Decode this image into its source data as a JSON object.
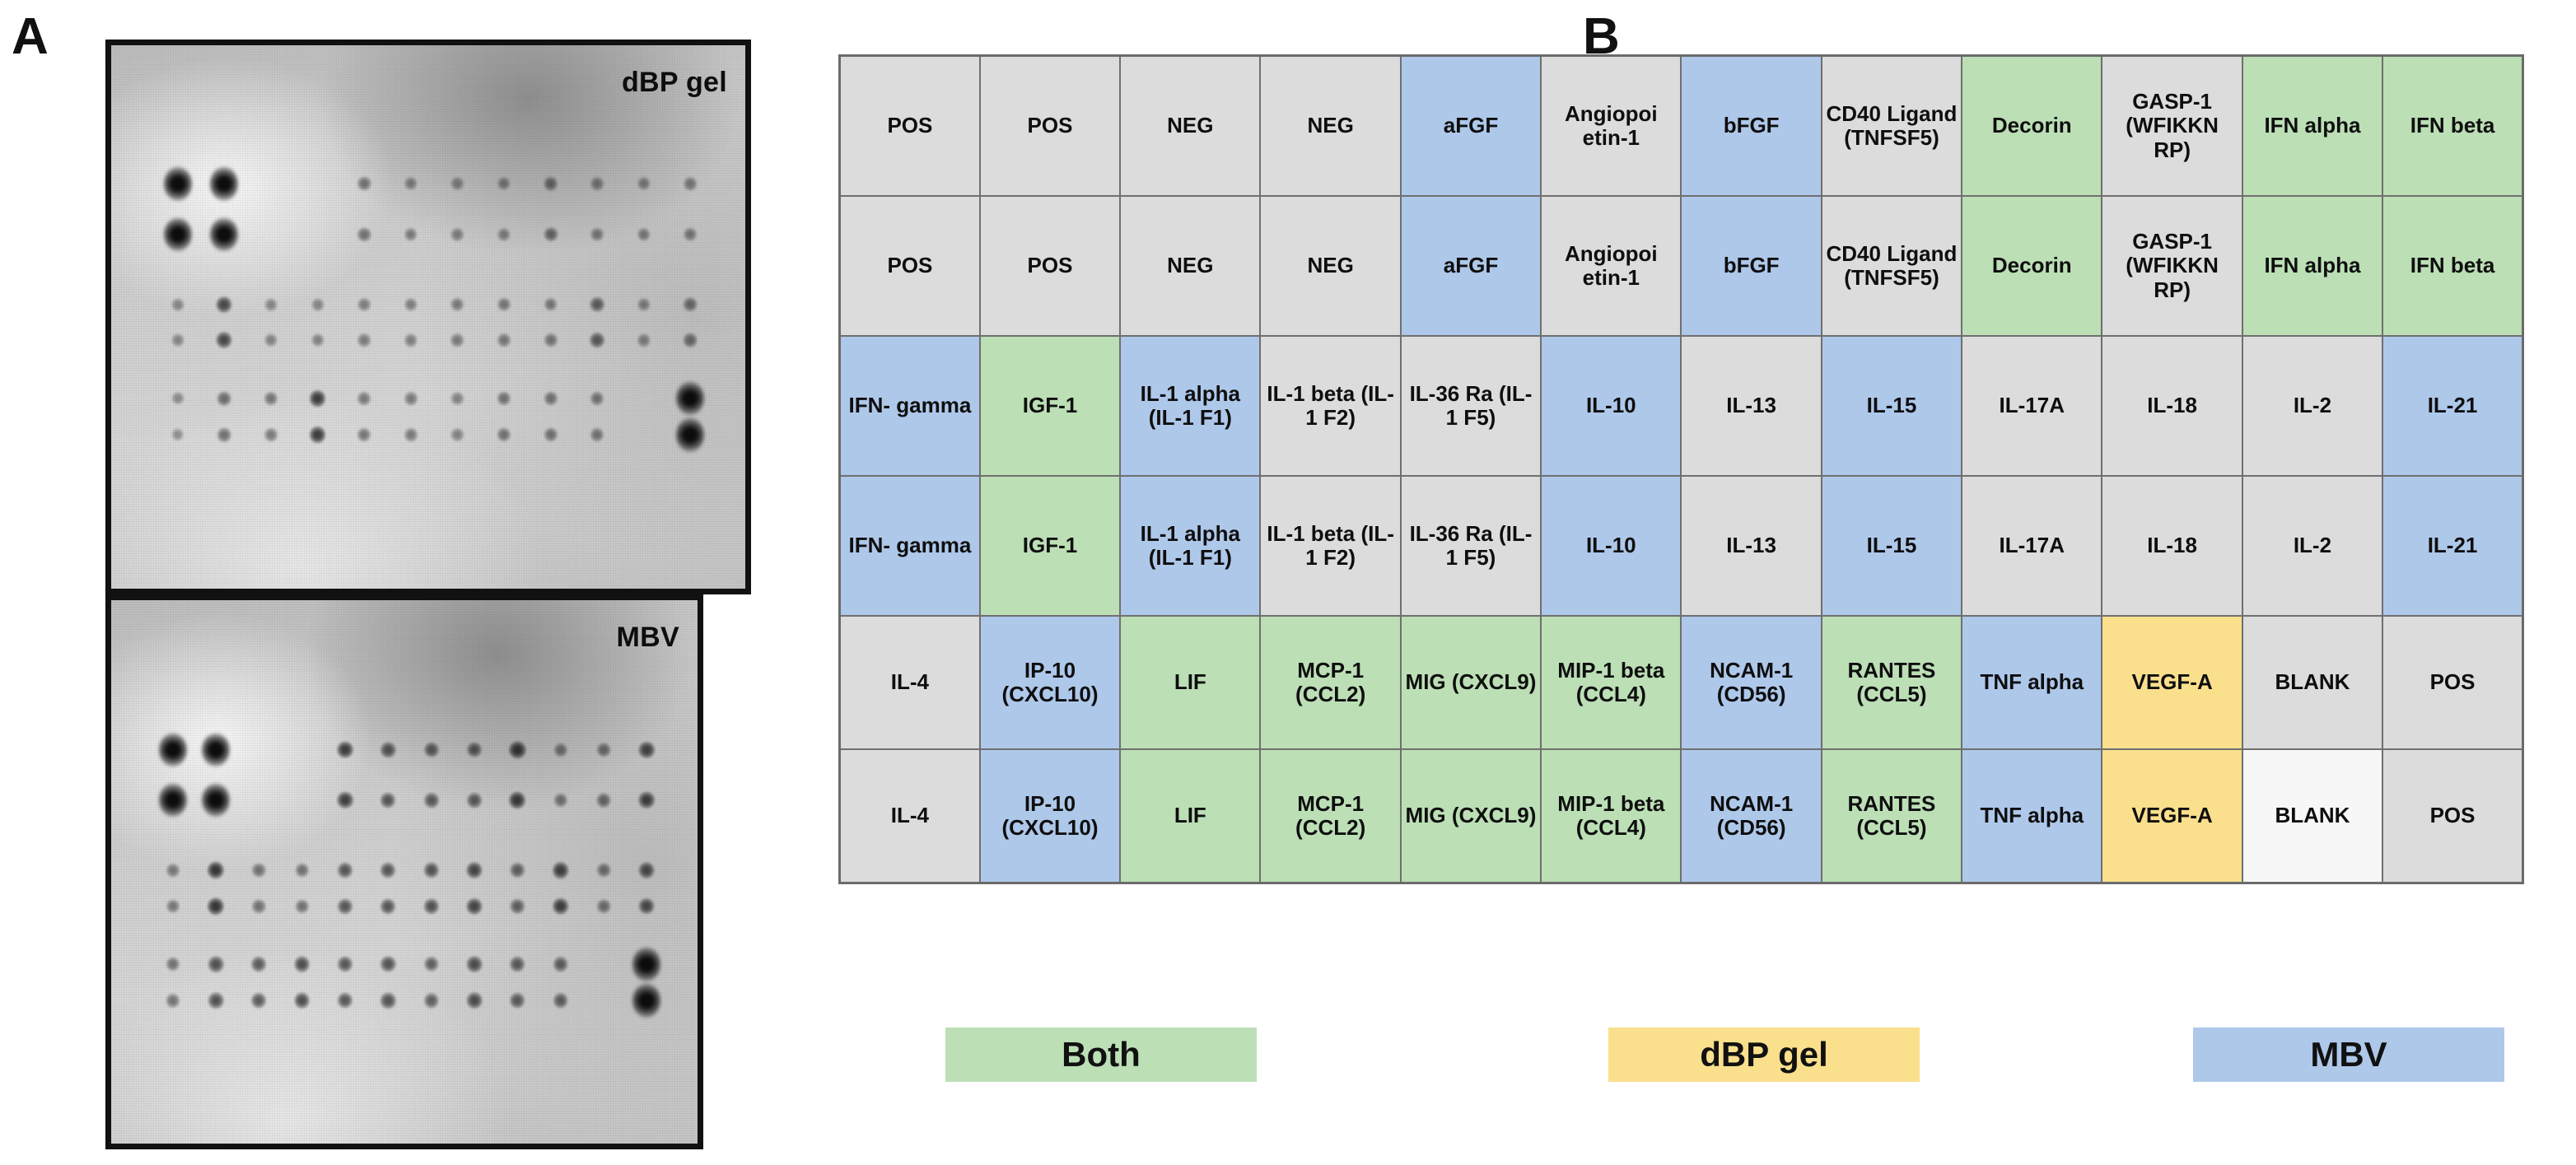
{
  "figure": {
    "panel_a_label": "A",
    "panel_b_label": "B"
  },
  "blots": [
    {
      "name": "dbp-gel-blot",
      "caption": "dBP gel"
    },
    {
      "name": "mbv-blot",
      "caption": "MBV"
    }
  ],
  "legend": {
    "items": [
      {
        "key": "both",
        "label": "Both",
        "color": "#bcdfb6"
      },
      {
        "key": "dbp_gel",
        "label": "dBP gel",
        "color": "#fadf8d"
      },
      {
        "key": "mbv",
        "label": "MBV",
        "color": "#aec8ea"
      }
    ]
  },
  "colors": {
    "gray": "#dcdcdc",
    "blue": "#aec8ea",
    "green": "#bcdfb6",
    "yellow": "#fadf8d",
    "white": "#f7f7f7",
    "border": "#6f6f6f"
  },
  "array_map": {
    "columns": 12,
    "rows": 6,
    "grid": [
      [
        {
          "label": "POS",
          "color": "gray"
        },
        {
          "label": "POS",
          "color": "gray"
        },
        {
          "label": "NEG",
          "color": "gray"
        },
        {
          "label": "NEG",
          "color": "gray"
        },
        {
          "label": "aFGF",
          "color": "blue"
        },
        {
          "label": "Angiopoi etin-1",
          "color": "gray"
        },
        {
          "label": "bFGF",
          "color": "blue"
        },
        {
          "label": "CD40 Ligand (TNFSF5)",
          "color": "gray"
        },
        {
          "label": "Decorin",
          "color": "green"
        },
        {
          "label": "GASP-1 (WFIKKN RP)",
          "color": "gray"
        },
        {
          "label": "IFN alpha",
          "color": "green"
        },
        {
          "label": "IFN beta",
          "color": "green"
        }
      ],
      [
        {
          "label": "POS",
          "color": "gray"
        },
        {
          "label": "POS",
          "color": "gray"
        },
        {
          "label": "NEG",
          "color": "gray"
        },
        {
          "label": "NEG",
          "color": "gray"
        },
        {
          "label": "aFGF",
          "color": "blue"
        },
        {
          "label": "Angiopoi etin-1",
          "color": "gray"
        },
        {
          "label": "bFGF",
          "color": "blue"
        },
        {
          "label": "CD40 Ligand (TNFSF5)",
          "color": "gray"
        },
        {
          "label": "Decorin",
          "color": "green"
        },
        {
          "label": "GASP-1 (WFIKKN RP)",
          "color": "gray"
        },
        {
          "label": "IFN alpha",
          "color": "green"
        },
        {
          "label": "IFN beta",
          "color": "green"
        }
      ],
      [
        {
          "label": "IFN- gamma",
          "color": "blue"
        },
        {
          "label": "IGF-1",
          "color": "green"
        },
        {
          "label": "IL-1 alpha (IL-1 F1)",
          "color": "blue"
        },
        {
          "label": "IL-1 beta (IL-1 F2)",
          "color": "gray"
        },
        {
          "label": "IL-36 Ra (IL-1 F5)",
          "color": "gray"
        },
        {
          "label": "IL-10",
          "color": "blue"
        },
        {
          "label": "IL-13",
          "color": "gray"
        },
        {
          "label": "IL-15",
          "color": "blue"
        },
        {
          "label": "IL-17A",
          "color": "gray"
        },
        {
          "label": "IL-18",
          "color": "gray"
        },
        {
          "label": "IL-2",
          "color": "gray"
        },
        {
          "label": "IL-21",
          "color": "blue"
        }
      ],
      [
        {
          "label": "IFN- gamma",
          "color": "blue"
        },
        {
          "label": "IGF-1",
          "color": "green"
        },
        {
          "label": "IL-1 alpha (IL-1 F1)",
          "color": "blue"
        },
        {
          "label": "IL-1 beta (IL-1 F2)",
          "color": "gray"
        },
        {
          "label": "IL-36 Ra (IL-1 F5)",
          "color": "gray"
        },
        {
          "label": "IL-10",
          "color": "blue"
        },
        {
          "label": "IL-13",
          "color": "gray"
        },
        {
          "label": "IL-15",
          "color": "blue"
        },
        {
          "label": "IL-17A",
          "color": "gray"
        },
        {
          "label": "IL-18",
          "color": "gray"
        },
        {
          "label": "IL-2",
          "color": "gray"
        },
        {
          "label": "IL-21",
          "color": "blue"
        }
      ],
      [
        {
          "label": "IL-4",
          "color": "gray"
        },
        {
          "label": "IP-10 (CXCL10)",
          "color": "blue"
        },
        {
          "label": "LIF",
          "color": "green"
        },
        {
          "label": "MCP-1 (CCL2)",
          "color": "green"
        },
        {
          "label": "MIG (CXCL9)",
          "color": "green"
        },
        {
          "label": "MIP-1 beta (CCL4)",
          "color": "green"
        },
        {
          "label": "NCAM-1 (CD56)",
          "color": "blue"
        },
        {
          "label": "RANTES (CCL5)",
          "color": "green"
        },
        {
          "label": "TNF alpha",
          "color": "blue"
        },
        {
          "label": "VEGF-A",
          "color": "yellow"
        },
        {
          "label": "BLANK",
          "color": "gray"
        },
        {
          "label": "POS",
          "color": "gray"
        }
      ],
      [
        {
          "label": "IL-4",
          "color": "gray"
        },
        {
          "label": "IP-10 (CXCL10)",
          "color": "blue"
        },
        {
          "label": "LIF",
          "color": "green"
        },
        {
          "label": "MCP-1 (CCL2)",
          "color": "green"
        },
        {
          "label": "MIG (CXCL9)",
          "color": "green"
        },
        {
          "label": "MIP-1 beta (CCL4)",
          "color": "green"
        },
        {
          "label": "NCAM-1 (CD56)",
          "color": "blue"
        },
        {
          "label": "RANTES (CCL5)",
          "color": "green"
        },
        {
          "label": "TNF alpha",
          "color": "blue"
        },
        {
          "label": "VEGF-A",
          "color": "yellow"
        },
        {
          "label": "BLANK",
          "color": "white"
        },
        {
          "label": "POS",
          "color": "gray"
        }
      ]
    ]
  },
  "blot_spots": {
    "dbp_gel": [
      {
        "row": 0,
        "col": 0,
        "intensity": 1.0
      },
      {
        "row": 0,
        "col": 1,
        "intensity": 1.0
      },
      {
        "row": 0,
        "col": 2,
        "intensity": 0.0
      },
      {
        "row": 0,
        "col": 3,
        "intensity": 0.0
      },
      {
        "row": 0,
        "col": 4,
        "intensity": 0.3
      },
      {
        "row": 0,
        "col": 5,
        "intensity": 0.22
      },
      {
        "row": 0,
        "col": 6,
        "intensity": 0.2
      },
      {
        "row": 0,
        "col": 7,
        "intensity": 0.22
      },
      {
        "row": 0,
        "col": 8,
        "intensity": 0.34
      },
      {
        "row": 0,
        "col": 9,
        "intensity": 0.24
      },
      {
        "row": 0,
        "col": 10,
        "intensity": 0.22
      },
      {
        "row": 0,
        "col": 11,
        "intensity": 0.24
      },
      {
        "row": 1,
        "col": 0,
        "intensity": 1.0
      },
      {
        "row": 1,
        "col": 1,
        "intensity": 1.0
      },
      {
        "row": 1,
        "col": 2,
        "intensity": 0.0
      },
      {
        "row": 1,
        "col": 3,
        "intensity": 0.0
      },
      {
        "row": 1,
        "col": 4,
        "intensity": 0.3
      },
      {
        "row": 1,
        "col": 5,
        "intensity": 0.24
      },
      {
        "row": 1,
        "col": 6,
        "intensity": 0.22
      },
      {
        "row": 1,
        "col": 7,
        "intensity": 0.22
      },
      {
        "row": 1,
        "col": 8,
        "intensity": 0.36
      },
      {
        "row": 1,
        "col": 9,
        "intensity": 0.26
      },
      {
        "row": 1,
        "col": 10,
        "intensity": 0.24
      },
      {
        "row": 1,
        "col": 11,
        "intensity": 0.26
      },
      {
        "row": 2,
        "col": 0,
        "intensity": 0.18
      },
      {
        "row": 2,
        "col": 1,
        "intensity": 0.55
      },
      {
        "row": 2,
        "col": 2,
        "intensity": 0.18
      },
      {
        "row": 2,
        "col": 3,
        "intensity": 0.18
      },
      {
        "row": 2,
        "col": 4,
        "intensity": 0.22
      },
      {
        "row": 2,
        "col": 5,
        "intensity": 0.22
      },
      {
        "row": 2,
        "col": 6,
        "intensity": 0.24
      },
      {
        "row": 2,
        "col": 7,
        "intensity": 0.26
      },
      {
        "row": 2,
        "col": 8,
        "intensity": 0.26
      },
      {
        "row": 2,
        "col": 9,
        "intensity": 0.42
      },
      {
        "row": 2,
        "col": 10,
        "intensity": 0.22
      },
      {
        "row": 2,
        "col": 11,
        "intensity": 0.34
      },
      {
        "row": 3,
        "col": 0,
        "intensity": 0.18
      },
      {
        "row": 3,
        "col": 1,
        "intensity": 0.55
      },
      {
        "row": 3,
        "col": 2,
        "intensity": 0.2
      },
      {
        "row": 3,
        "col": 3,
        "intensity": 0.2
      },
      {
        "row": 3,
        "col": 4,
        "intensity": 0.24
      },
      {
        "row": 3,
        "col": 5,
        "intensity": 0.22
      },
      {
        "row": 3,
        "col": 6,
        "intensity": 0.24
      },
      {
        "row": 3,
        "col": 7,
        "intensity": 0.26
      },
      {
        "row": 3,
        "col": 8,
        "intensity": 0.28
      },
      {
        "row": 3,
        "col": 9,
        "intensity": 0.44
      },
      {
        "row": 3,
        "col": 10,
        "intensity": 0.22
      },
      {
        "row": 3,
        "col": 11,
        "intensity": 0.34
      },
      {
        "row": 4,
        "col": 0,
        "intensity": 0.16
      },
      {
        "row": 4,
        "col": 1,
        "intensity": 0.34
      },
      {
        "row": 4,
        "col": 2,
        "intensity": 0.28
      },
      {
        "row": 4,
        "col": 3,
        "intensity": 0.62
      },
      {
        "row": 4,
        "col": 4,
        "intensity": 0.26
      },
      {
        "row": 4,
        "col": 5,
        "intensity": 0.26
      },
      {
        "row": 4,
        "col": 6,
        "intensity": 0.2
      },
      {
        "row": 4,
        "col": 7,
        "intensity": 0.3
      },
      {
        "row": 4,
        "col": 8,
        "intensity": 0.3
      },
      {
        "row": 4,
        "col": 9,
        "intensity": 0.28
      },
      {
        "row": 4,
        "col": 10,
        "intensity": 0.0
      },
      {
        "row": 4,
        "col": 11,
        "intensity": 1.0
      },
      {
        "row": 5,
        "col": 0,
        "intensity": 0.14
      },
      {
        "row": 5,
        "col": 1,
        "intensity": 0.32
      },
      {
        "row": 5,
        "col": 2,
        "intensity": 0.26
      },
      {
        "row": 5,
        "col": 3,
        "intensity": 0.62
      },
      {
        "row": 5,
        "col": 4,
        "intensity": 0.28
      },
      {
        "row": 5,
        "col": 5,
        "intensity": 0.26
      },
      {
        "row": 5,
        "col": 6,
        "intensity": 0.2
      },
      {
        "row": 5,
        "col": 7,
        "intensity": 0.3
      },
      {
        "row": 5,
        "col": 8,
        "intensity": 0.3
      },
      {
        "row": 5,
        "col": 9,
        "intensity": 0.28
      },
      {
        "row": 5,
        "col": 10,
        "intensity": 0.0
      },
      {
        "row": 5,
        "col": 11,
        "intensity": 1.0
      }
    ],
    "mbv": [
      {
        "row": 0,
        "col": 0,
        "intensity": 1.0
      },
      {
        "row": 0,
        "col": 1,
        "intensity": 1.0
      },
      {
        "row": 0,
        "col": 2,
        "intensity": 0.0
      },
      {
        "row": 0,
        "col": 3,
        "intensity": 0.0
      },
      {
        "row": 0,
        "col": 4,
        "intensity": 0.62
      },
      {
        "row": 0,
        "col": 5,
        "intensity": 0.48
      },
      {
        "row": 0,
        "col": 6,
        "intensity": 0.44
      },
      {
        "row": 0,
        "col": 7,
        "intensity": 0.46
      },
      {
        "row": 0,
        "col": 8,
        "intensity": 0.66
      },
      {
        "row": 0,
        "col": 9,
        "intensity": 0.3
      },
      {
        "row": 0,
        "col": 10,
        "intensity": 0.34
      },
      {
        "row": 0,
        "col": 11,
        "intensity": 0.58
      },
      {
        "row": 1,
        "col": 0,
        "intensity": 1.0
      },
      {
        "row": 1,
        "col": 1,
        "intensity": 1.0
      },
      {
        "row": 1,
        "col": 2,
        "intensity": 0.0
      },
      {
        "row": 1,
        "col": 3,
        "intensity": 0.0
      },
      {
        "row": 1,
        "col": 4,
        "intensity": 0.6
      },
      {
        "row": 1,
        "col": 5,
        "intensity": 0.46
      },
      {
        "row": 1,
        "col": 6,
        "intensity": 0.44
      },
      {
        "row": 1,
        "col": 7,
        "intensity": 0.44
      },
      {
        "row": 1,
        "col": 8,
        "intensity": 0.64
      },
      {
        "row": 1,
        "col": 9,
        "intensity": 0.3
      },
      {
        "row": 1,
        "col": 10,
        "intensity": 0.36
      },
      {
        "row": 1,
        "col": 11,
        "intensity": 0.6
      },
      {
        "row": 2,
        "col": 0,
        "intensity": 0.26
      },
      {
        "row": 2,
        "col": 1,
        "intensity": 0.66
      },
      {
        "row": 2,
        "col": 2,
        "intensity": 0.3
      },
      {
        "row": 2,
        "col": 3,
        "intensity": 0.3
      },
      {
        "row": 2,
        "col": 4,
        "intensity": 0.46
      },
      {
        "row": 2,
        "col": 5,
        "intensity": 0.46
      },
      {
        "row": 2,
        "col": 6,
        "intensity": 0.48
      },
      {
        "row": 2,
        "col": 7,
        "intensity": 0.56
      },
      {
        "row": 2,
        "col": 8,
        "intensity": 0.4
      },
      {
        "row": 2,
        "col": 9,
        "intensity": 0.6
      },
      {
        "row": 2,
        "col": 10,
        "intensity": 0.32
      },
      {
        "row": 2,
        "col": 11,
        "intensity": 0.54
      },
      {
        "row": 3,
        "col": 0,
        "intensity": 0.26
      },
      {
        "row": 3,
        "col": 1,
        "intensity": 0.66
      },
      {
        "row": 3,
        "col": 2,
        "intensity": 0.3
      },
      {
        "row": 3,
        "col": 3,
        "intensity": 0.3
      },
      {
        "row": 3,
        "col": 4,
        "intensity": 0.46
      },
      {
        "row": 3,
        "col": 5,
        "intensity": 0.46
      },
      {
        "row": 3,
        "col": 6,
        "intensity": 0.48
      },
      {
        "row": 3,
        "col": 7,
        "intensity": 0.56
      },
      {
        "row": 3,
        "col": 8,
        "intensity": 0.4
      },
      {
        "row": 3,
        "col": 9,
        "intensity": 0.6
      },
      {
        "row": 3,
        "col": 10,
        "intensity": 0.32
      },
      {
        "row": 3,
        "col": 11,
        "intensity": 0.54
      },
      {
        "row": 4,
        "col": 0,
        "intensity": 0.3
      },
      {
        "row": 4,
        "col": 1,
        "intensity": 0.5
      },
      {
        "row": 4,
        "col": 2,
        "intensity": 0.44
      },
      {
        "row": 4,
        "col": 3,
        "intensity": 0.52
      },
      {
        "row": 4,
        "col": 4,
        "intensity": 0.46
      },
      {
        "row": 4,
        "col": 5,
        "intensity": 0.48
      },
      {
        "row": 4,
        "col": 6,
        "intensity": 0.4
      },
      {
        "row": 4,
        "col": 7,
        "intensity": 0.52
      },
      {
        "row": 4,
        "col": 8,
        "intensity": 0.44
      },
      {
        "row": 4,
        "col": 9,
        "intensity": 0.42
      },
      {
        "row": 4,
        "col": 10,
        "intensity": 0.0
      },
      {
        "row": 4,
        "col": 11,
        "intensity": 1.0
      },
      {
        "row": 5,
        "col": 0,
        "intensity": 0.3
      },
      {
        "row": 5,
        "col": 1,
        "intensity": 0.5
      },
      {
        "row": 5,
        "col": 2,
        "intensity": 0.44
      },
      {
        "row": 5,
        "col": 3,
        "intensity": 0.52
      },
      {
        "row": 5,
        "col": 4,
        "intensity": 0.46
      },
      {
        "row": 5,
        "col": 5,
        "intensity": 0.48
      },
      {
        "row": 5,
        "col": 6,
        "intensity": 0.4
      },
      {
        "row": 5,
        "col": 7,
        "intensity": 0.52
      },
      {
        "row": 5,
        "col": 8,
        "intensity": 0.44
      },
      {
        "row": 5,
        "col": 9,
        "intensity": 0.42
      },
      {
        "row": 5,
        "col": 10,
        "intensity": 0.0
      },
      {
        "row": 5,
        "col": 11,
        "intensity": 1.0
      }
    ]
  }
}
